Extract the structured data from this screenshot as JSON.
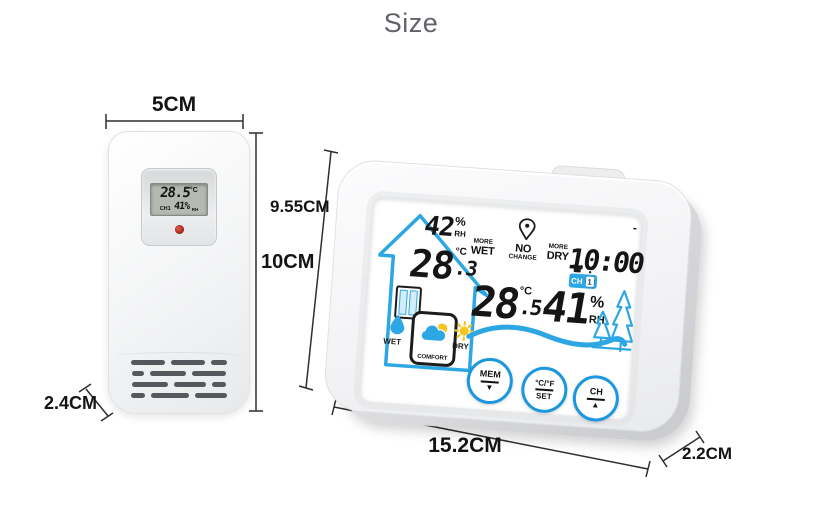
{
  "title": "Size",
  "colors": {
    "accent_blue": "#2da7e4",
    "sun_yellow": "#f6c51e",
    "led_red": "#c43a2c",
    "digit_black": "#151515"
  },
  "sensor": {
    "dim_width": "5CM",
    "dim_height": "10CM",
    "dim_depth": "2.4CM",
    "lcd": {
      "temp": "28.5",
      "temp_unit": "°C",
      "channel": "CH1",
      "humidity": "41%",
      "humidity_unit": "RH"
    }
  },
  "station": {
    "dim_height": "9.55CM",
    "dim_width": "15.2CM",
    "dim_depth": "2.2CM",
    "outdoor": {
      "humidity": "42",
      "humidity_pct": "%",
      "humidity_rh": "RH",
      "temp_int": "28",
      "temp_dot": ".",
      "temp_dec": "3",
      "temp_unit": "°C"
    },
    "comfort": {
      "wet": "WET",
      "comfort": "COMFORT",
      "dry": "DRY"
    },
    "trend": {
      "wet_small": "MORE",
      "wet_big": "WET",
      "no_big": "NO",
      "no_small": "CHANGE",
      "dry_small": "MORE",
      "dry_big": "DRY"
    },
    "clock_prefix": "-",
    "clock": "10:00",
    "indoor": {
      "temp_int": "28",
      "temp_dot": ".",
      "temp_dec": "5",
      "temp_unit": "°C",
      "humidity": "41",
      "humidity_pct": "%",
      "humidity_rh": "RH"
    },
    "channel": {
      "label": "CH",
      "value": "1"
    },
    "buttons": [
      {
        "top": "MEM",
        "bottom": "▼"
      },
      {
        "top": "°C/°F",
        "bottom": "SET"
      },
      {
        "top": "CH",
        "bottom": "▲"
      }
    ]
  }
}
